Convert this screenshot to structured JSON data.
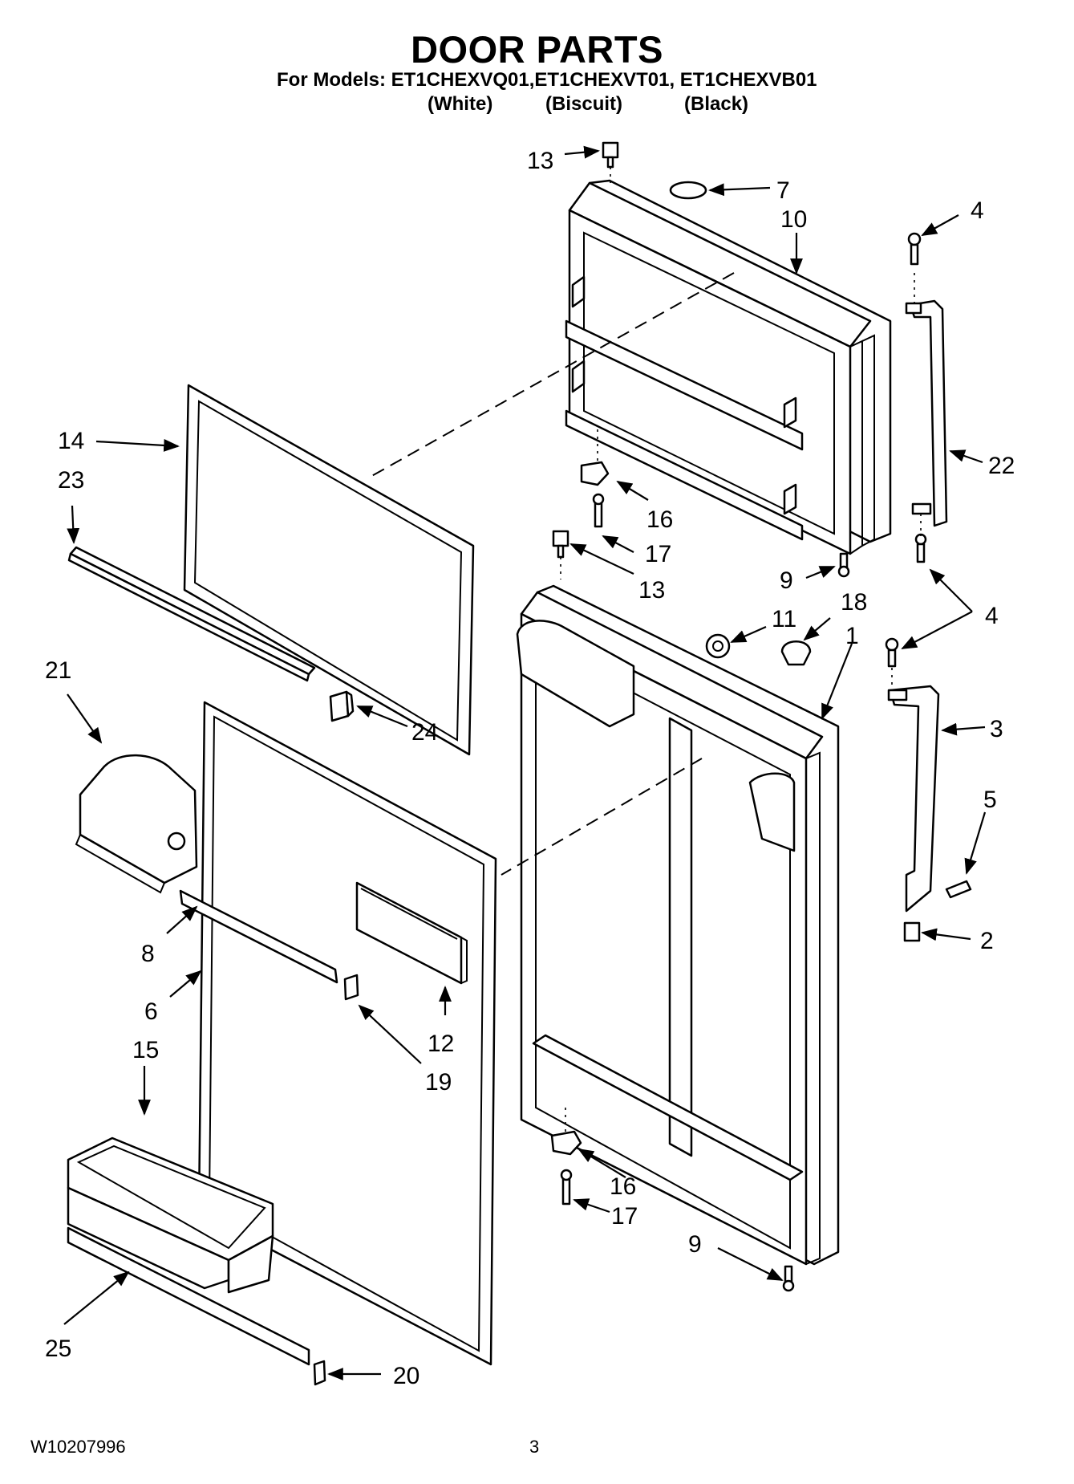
{
  "header": {
    "title": "DOOR PARTS",
    "models_line": "For Models: ET1CHEXVQ01,ET1CHEXVT01, ET1CHEXVB01",
    "variants": [
      "(White)",
      "(Biscuit)",
      "(Black)"
    ]
  },
  "footer": {
    "doc_number": "W10207996",
    "page_number": "3"
  },
  "callouts": {
    "c1": "1",
    "c2": "2",
    "c3": "3",
    "c4a": "4",
    "c4b": "4",
    "c5": "5",
    "c6": "6",
    "c7": "7",
    "c8": "8",
    "c9a": "9",
    "c9b": "9",
    "c10": "10",
    "c11": "11",
    "c12": "12",
    "c13a": "13",
    "c13b": "13",
    "c14": "14",
    "c15": "15",
    "c16a": "16",
    "c16b": "16",
    "c17a": "17",
    "c17b": "17",
    "c18": "18",
    "c19": "19",
    "c20": "20",
    "c21": "21",
    "c22": "22",
    "c23": "23",
    "c24": "24",
    "c25": "25"
  }
}
